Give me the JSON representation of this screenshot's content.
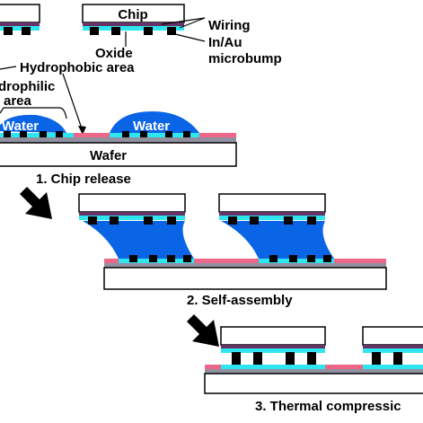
{
  "labels": {
    "chip": "Chip",
    "wiring": "Wiring",
    "oxide": "Oxide",
    "microbump_line1": "In/Au",
    "microbump_line2": "microbump",
    "hydrophobic": "Hydrophobic area",
    "hydrophilic_line1": "drophilic",
    "hydrophilic_line2": "area",
    "water_left": "Water",
    "water_right": "Water",
    "wafer": "Wafer"
  },
  "steps": [
    {
      "label": "1. Chip  release"
    },
    {
      "label": "2. Self-assembly"
    },
    {
      "label": "3. Thermal compressic"
    }
  ],
  "colors": {
    "water": "#0a64e6",
    "oxide": "#2ee6f0",
    "wiring": "#663366",
    "hydrophobic": "#ee6688",
    "wafer_layer": "#9090a0",
    "bump": "#000000",
    "wafer_outline": "#000000"
  }
}
